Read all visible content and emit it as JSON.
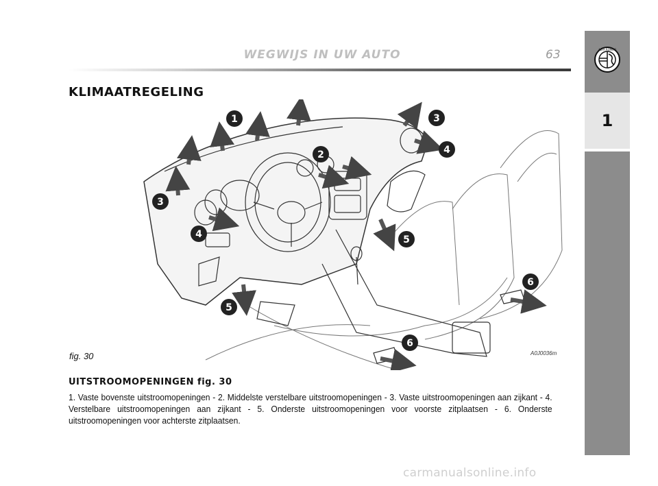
{
  "header": {
    "title": "WEGWIJS IN UW AUTO",
    "page_number": "63"
  },
  "sidebar": {
    "logo_icon": "alfa-romeo-badge-icon",
    "chapter_number": "1",
    "background_color": "#8c8c8c",
    "chapter_box_color": "#e6e6e6"
  },
  "section": {
    "title": "KLIMAATREGELING"
  },
  "figure": {
    "label": "fig. 30",
    "code": "A0J0036m",
    "callouts": [
      "1",
      "2",
      "3",
      "3",
      "4",
      "4",
      "5",
      "5",
      "6",
      "6"
    ]
  },
  "content": {
    "subheading": "UITSTROOMOPENINGEN fig. 30",
    "paragraph": "1. Vaste bovenste uitstroomopeningen - 2. Middelste verstelbare uitstroomopeningen - 3. Vaste uitstroomopeningen aan zijkant - 4. Verstelbare uitstroomopeningen aan zijkant - 5. Onderste uitstroomopeningen voor voorste zitplaatsen - 6. Onderste uitstroomopeningen voor achterste zitplaatsen."
  },
  "footer": {
    "watermark": "carmanualsonline.info"
  }
}
